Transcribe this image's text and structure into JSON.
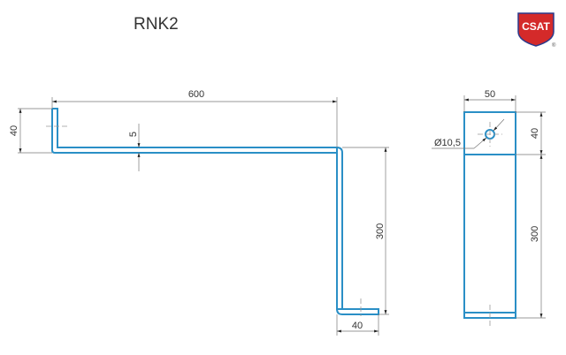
{
  "title": "RNK2",
  "logo": {
    "text": "CSAT",
    "registered": "®",
    "colors": {
      "shield": "#d42a2a",
      "border": "#2a3a8c",
      "text": "#ffffff"
    }
  },
  "colors": {
    "part_outline": "#2a8fc6",
    "dimension_lines": "#777777"
  },
  "side_view": {
    "dim_length": "600",
    "dim_left_flange": "40",
    "dim_thickness": "5",
    "dim_height": "300",
    "dim_bottom_flange": "40"
  },
  "front_view": {
    "dim_width": "50",
    "dim_top": "40",
    "dim_height": "300",
    "hole_label": "Ø10,5"
  }
}
